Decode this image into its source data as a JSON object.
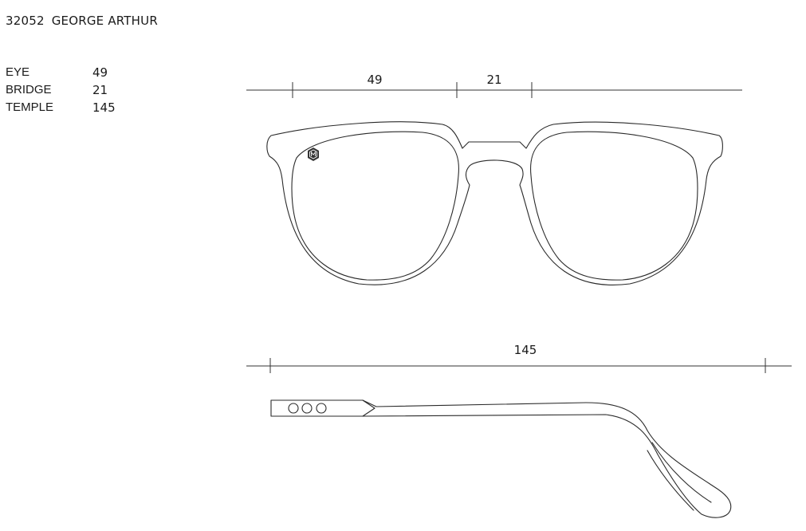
{
  "header": {
    "model_number": "32052",
    "model_name": "GEORGE ARTHUR"
  },
  "specs": [
    {
      "label": "EYE",
      "value": "49"
    },
    {
      "label": "BRIDGE",
      "value": "21"
    },
    {
      "label": "TEMPLE",
      "value": "145"
    }
  ],
  "dimensions": {
    "eye": "49",
    "bridge": "21",
    "temple": "145"
  },
  "colors": {
    "line": "#2a2a2a",
    "logo": "#333333"
  }
}
